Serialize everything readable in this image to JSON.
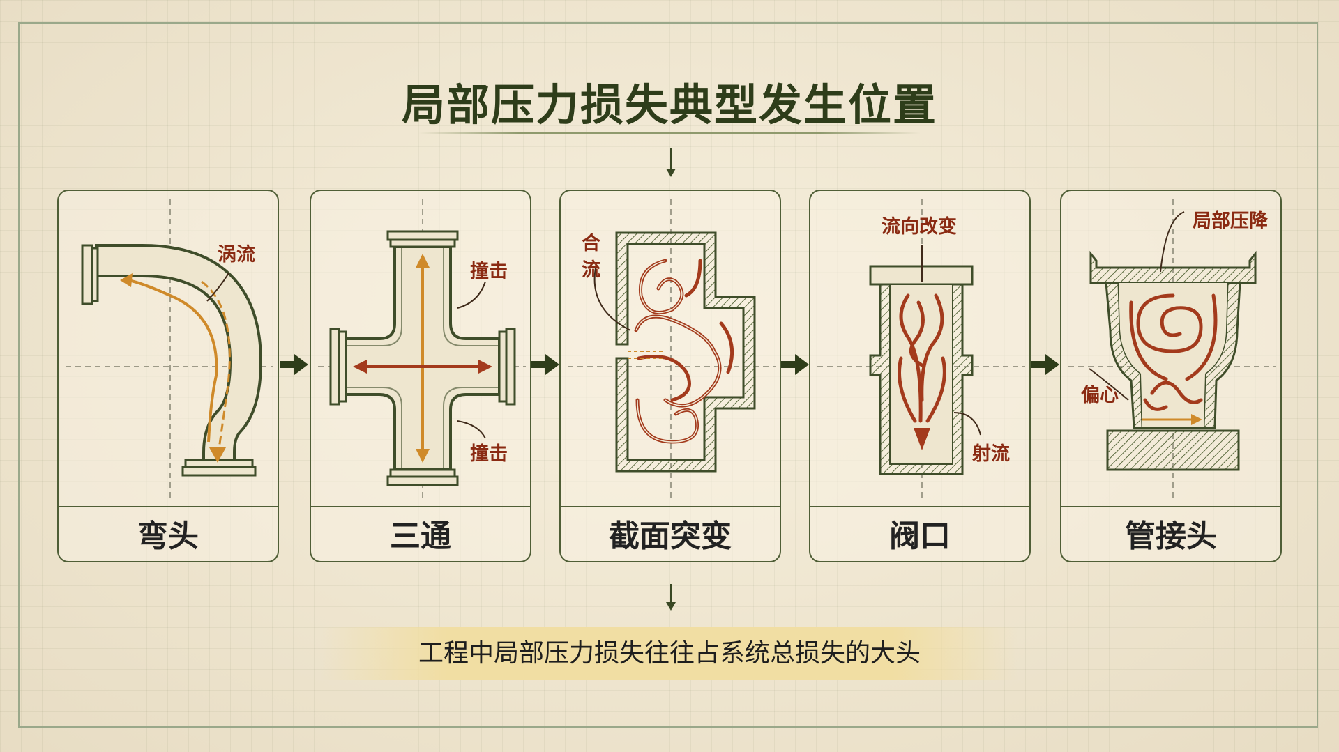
{
  "title": "局部压力损失典型发生位置",
  "summary": "工程中局部压力损失往往占系统总损失的大头",
  "colors": {
    "frame": "#4f5e36",
    "pipe": "#3f4d2a",
    "flow": "#a33a1c",
    "accent": "#cf8a2a",
    "title": "#2e3d1a"
  },
  "cards": [
    {
      "label": "弯头",
      "annotations": [
        "涡流"
      ]
    },
    {
      "label": "三通",
      "annotations": [
        "撞击",
        "撞击"
      ]
    },
    {
      "label": "截面突变",
      "annotations": [
        "合",
        "流"
      ]
    },
    {
      "label": "阀口",
      "annotations": [
        "流向改变",
        "射流"
      ]
    },
    {
      "label": "管接头",
      "annotations": [
        "局部压降",
        "偏心"
      ]
    }
  ]
}
